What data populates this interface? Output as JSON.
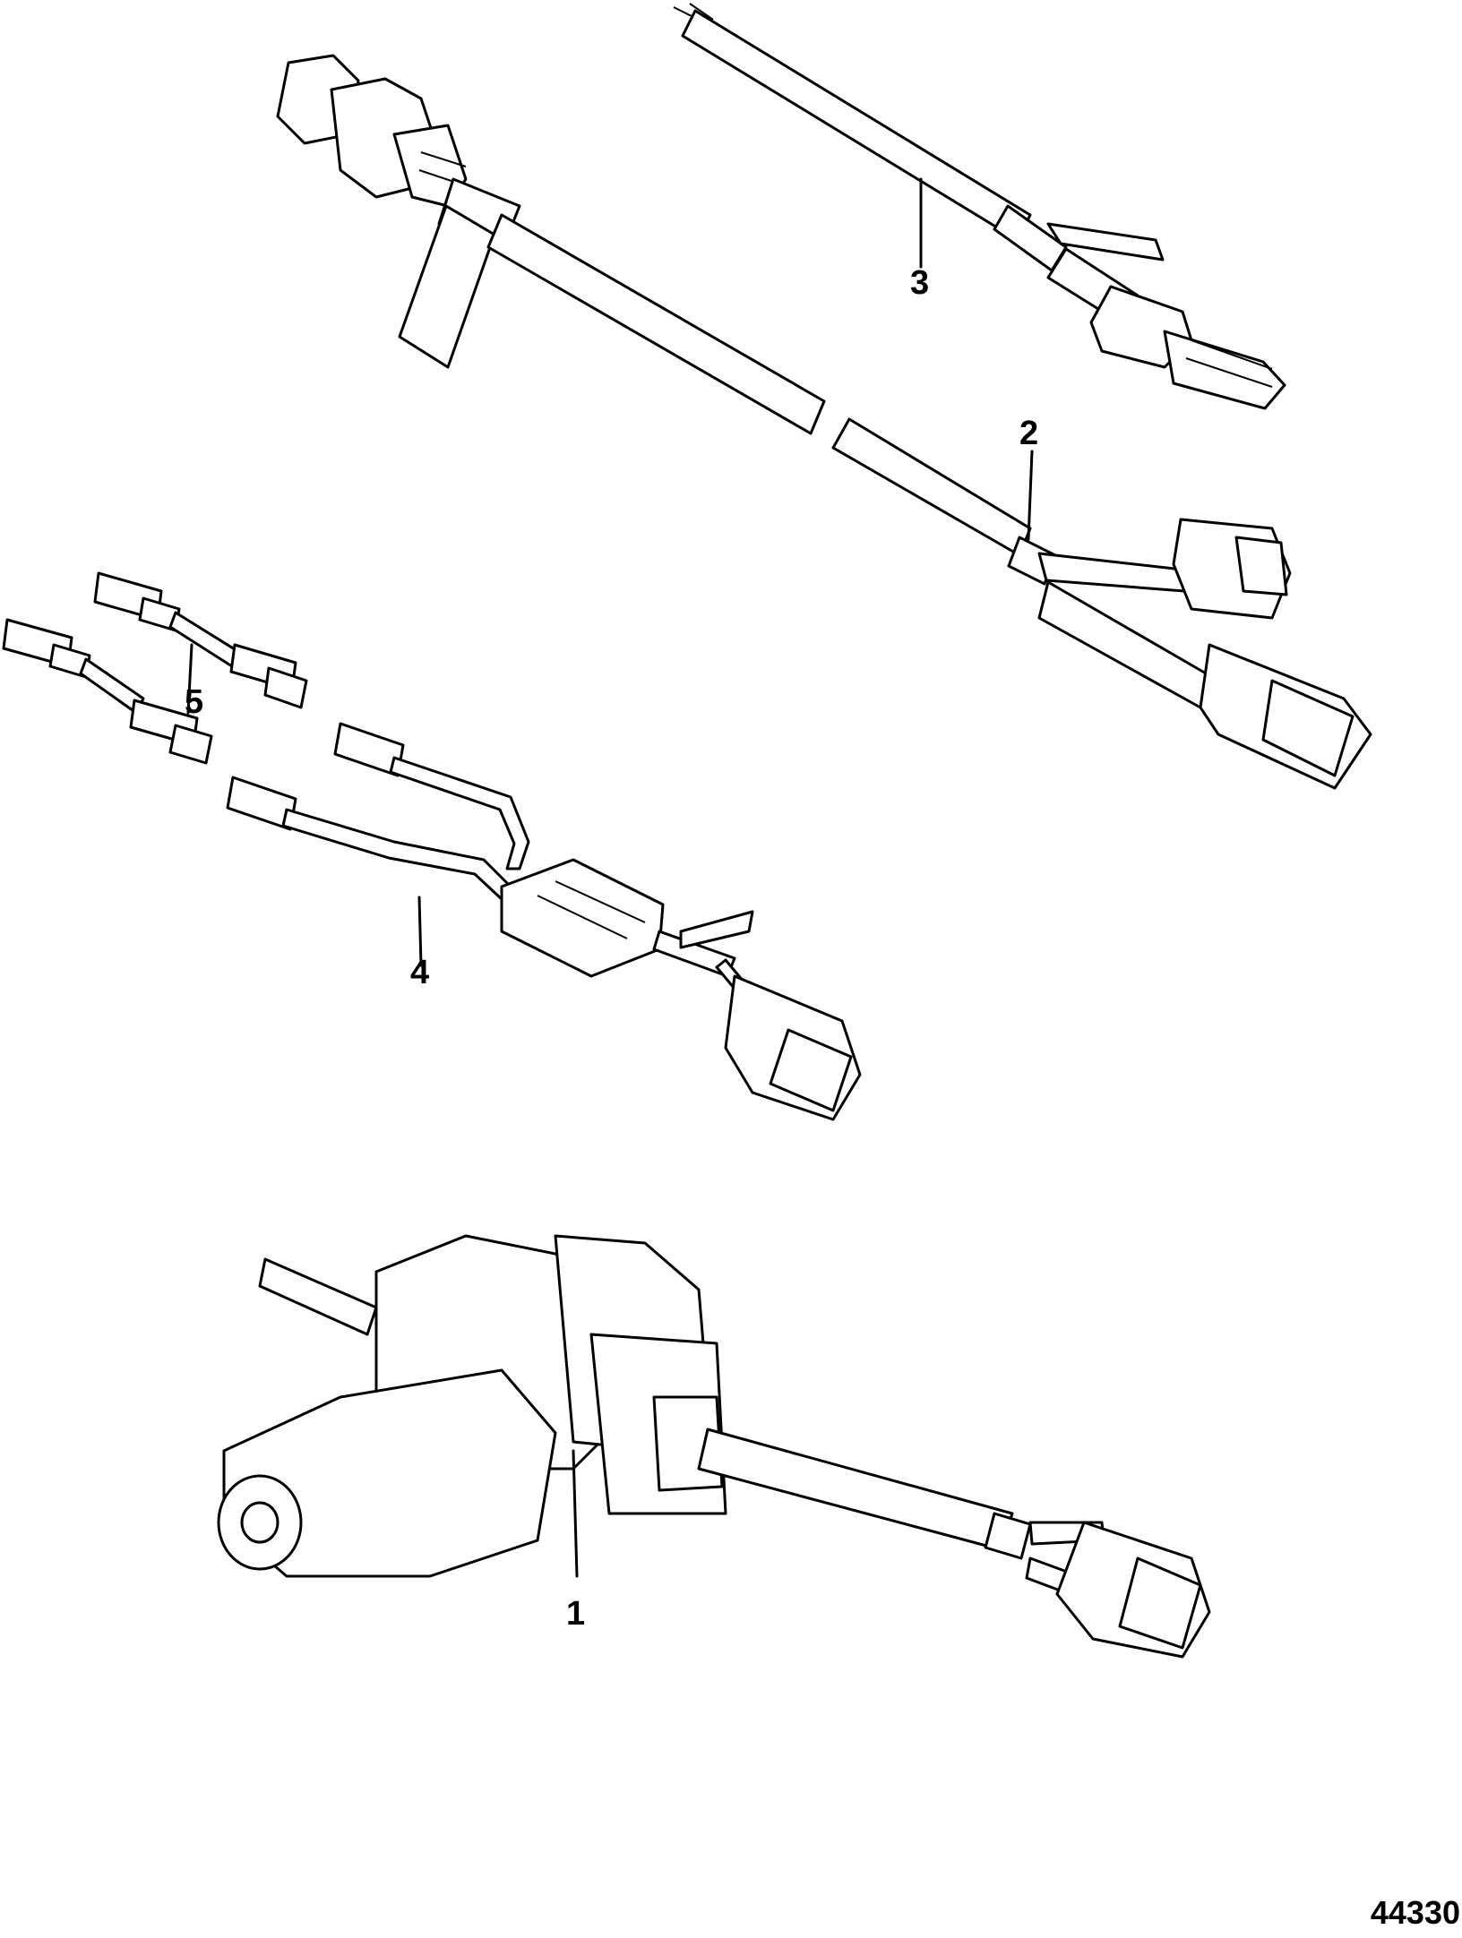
{
  "callouts": [
    {
      "id": "1",
      "label": "1"
    },
    {
      "id": "2",
      "label": "2"
    },
    {
      "id": "3",
      "label": "3"
    },
    {
      "id": "4",
      "label": "4"
    },
    {
      "id": "5",
      "label": "5"
    }
  ],
  "reference_number": "44330"
}
